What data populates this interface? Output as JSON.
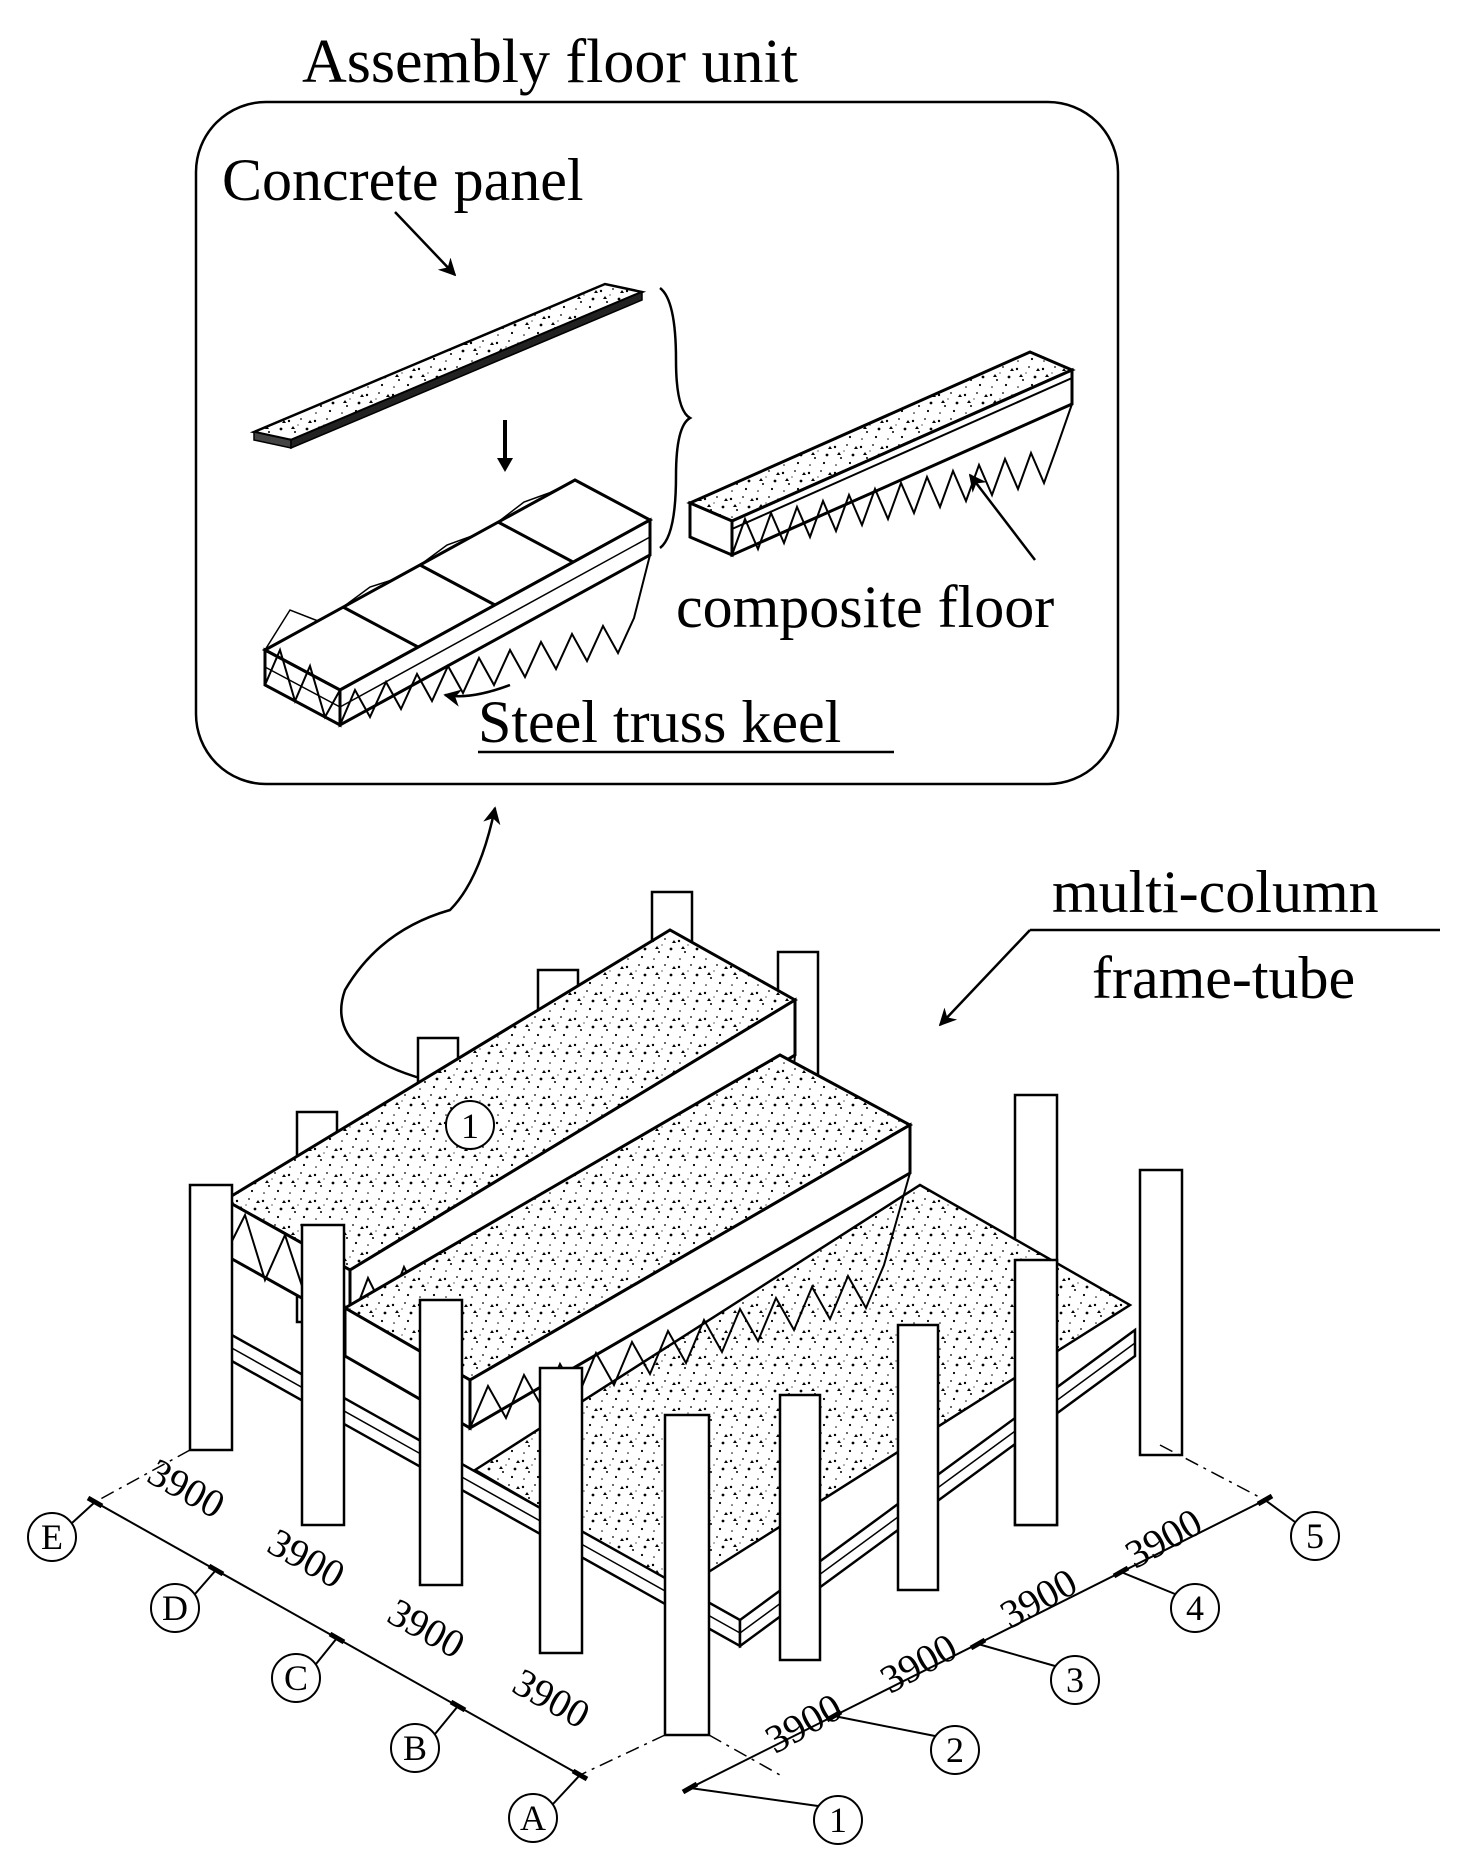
{
  "title": "Assembly floor unit",
  "labels": {
    "concrete_panel": "Concrete panel",
    "composite_floor": "composite floor",
    "steel_truss_keel": "Steel truss keel",
    "frame_tube_line1": "multi-column",
    "frame_tube_line2": "frame-tube",
    "detail_marker": "1"
  },
  "dimensions": {
    "left_spacings": [
      "3900",
      "3900",
      "3900",
      "3900"
    ],
    "right_spacings": [
      "3900",
      "3900",
      "3900",
      "3900"
    ]
  },
  "axes": {
    "lettered": [
      "E",
      "D",
      "C",
      "B",
      "A"
    ],
    "numbered": [
      "1",
      "2",
      "3",
      "4",
      "5"
    ]
  }
}
